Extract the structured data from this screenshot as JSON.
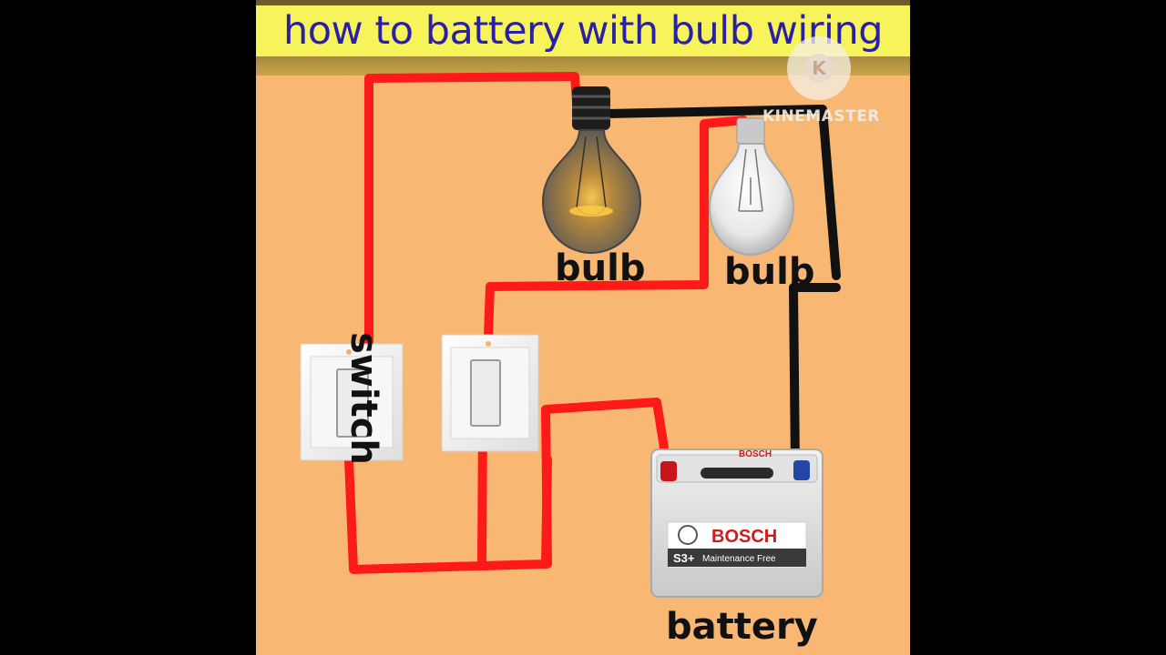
{
  "header": {
    "title": "how to battery with bulb wiring"
  },
  "watermark": {
    "brand": "KINEMASTER",
    "logo_letter": "K"
  },
  "labels": {
    "bulb_left": "bulb",
    "bulb_right": "bulb",
    "switch": "switch",
    "battery": "battery"
  },
  "battery_body": {
    "brand": "BOSCH",
    "model": "S3+",
    "subtitle": "Maintenance Free",
    "top_brand": "BOSCH"
  },
  "colors": {
    "background": "#f8b874",
    "wire_positive": "#ff1a1a",
    "wire_negative": "#111111",
    "title_text": "#2a1fa8",
    "title_highlight": "#f7f35a"
  }
}
